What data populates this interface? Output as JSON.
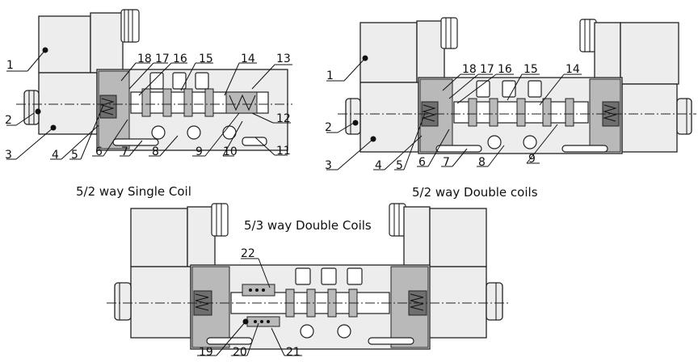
{
  "captions": {
    "single": "5/2 way Single Coil",
    "double": "5/2 way Double coils",
    "three": "5/3 way Double Coils"
  },
  "labels": {
    "single": [
      "1",
      "2",
      "3",
      "4",
      "5",
      "6",
      "7",
      "8",
      "9",
      "10",
      "11",
      "12",
      "13",
      "14",
      "15",
      "16",
      "17",
      "18"
    ],
    "double": [
      "1",
      "2",
      "3",
      "4",
      "5",
      "6",
      "7",
      "8",
      "9",
      "14",
      "15",
      "16",
      "17",
      "18"
    ],
    "three": [
      "19",
      "20",
      "21",
      "22"
    ]
  },
  "colors": {
    "line": "#111111",
    "body": "#ededed",
    "shade": "#b9b9b9",
    "dark": "#6f6f6f"
  }
}
